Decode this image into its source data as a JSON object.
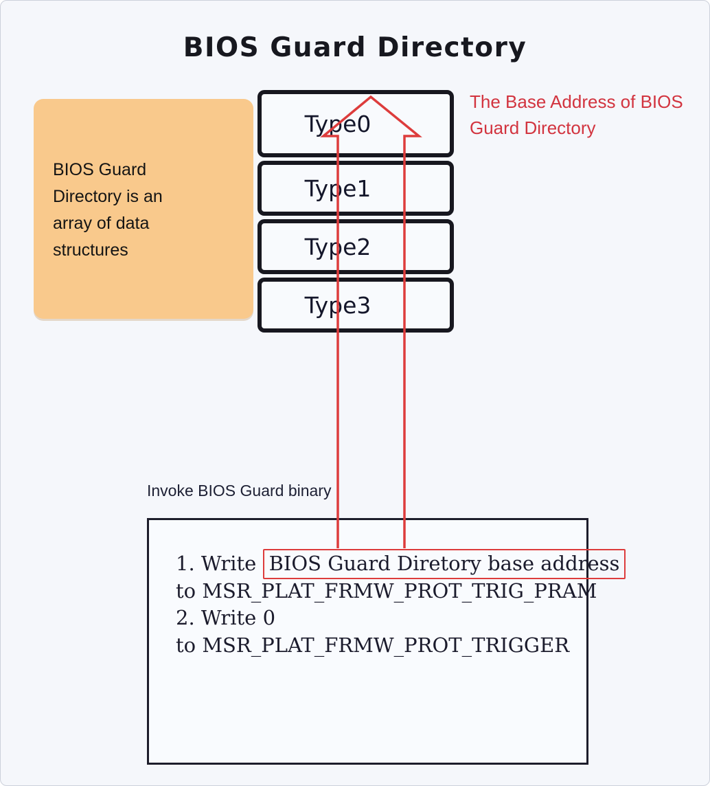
{
  "title": "BIOS Guard Directory",
  "note_box": {
    "text": "BIOS Guard Directory is an array of data structures"
  },
  "directory": {
    "rows": [
      {
        "label": "Type0"
      },
      {
        "label": "Type1"
      },
      {
        "label": "Type2"
      },
      {
        "label": "Type3"
      }
    ]
  },
  "annotation": {
    "text": "The Base Address of BIOS Guard Directory"
  },
  "invoke_label": "Invoke BIOS Guard binary",
  "bottom_box": {
    "line1_prefix": "1. Write ",
    "line1_highlight": "BIOS Guard Diretory base address",
    "line2": "to MSR_PLAT_FRMW_PROT_TRIG_PRAM",
    "line3": "2. Write 0",
    "line4": "to MSR_PLAT_FRMW_PROT_TRIGGER"
  },
  "colors": {
    "accent_red": "#dd3c3c",
    "annotation_red": "#d2343f",
    "note_orange": "#f9c98c",
    "border_black": "#17171f",
    "background": "#f5f7fb"
  }
}
